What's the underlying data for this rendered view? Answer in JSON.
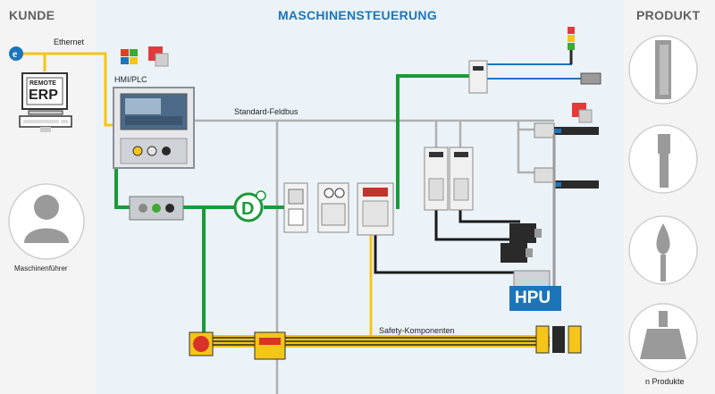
{
  "headers": {
    "left": "KUNDE",
    "middle": "MASCHINENSTEUERUNG",
    "right": "PRODUKT"
  },
  "labels": {
    "ethernet": "Ethernet",
    "erp_top": "REMOTE",
    "erp_main": "ERP",
    "hmi": "HMI/PLC",
    "fieldbus": "Standard-Feldbus",
    "safety": "Safety-Komponenten",
    "operator": "Maschinenführer",
    "hpu": "HPU",
    "products": "n Produkte"
  },
  "colors": {
    "fieldbus": "#b0b0b0",
    "ethernet": "#f5c518",
    "green": "#1a9a3a",
    "blue": "#1b75bb",
    "black": "#1a1a1a"
  }
}
